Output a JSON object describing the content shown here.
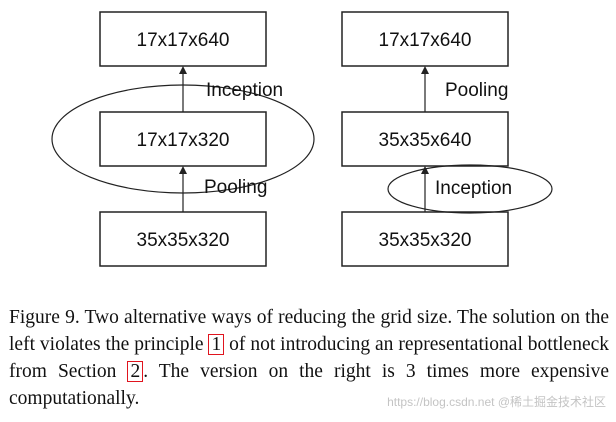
{
  "diagram": {
    "left": {
      "boxes": [
        "17x17x640",
        "17x17x320",
        "35x35x320"
      ],
      "ops": [
        "Inception",
        "Pooling"
      ]
    },
    "right": {
      "boxes": [
        "17x17x640",
        "35x35x640",
        "35x35x320"
      ],
      "ops": [
        "Pooling",
        "Inception"
      ]
    }
  },
  "caption": {
    "part1": "Figure 9. Two alternative ways of reducing the grid size. The solution on the left violates the principle ",
    "ref1": "1",
    "part2": " of not introducing an representational bottleneck from Section ",
    "ref2": "2",
    "part3": ". The version on the right is 3 times more expensive computationally."
  },
  "watermark": "https://blog.csdn.net  @稀土掘金技术社区"
}
